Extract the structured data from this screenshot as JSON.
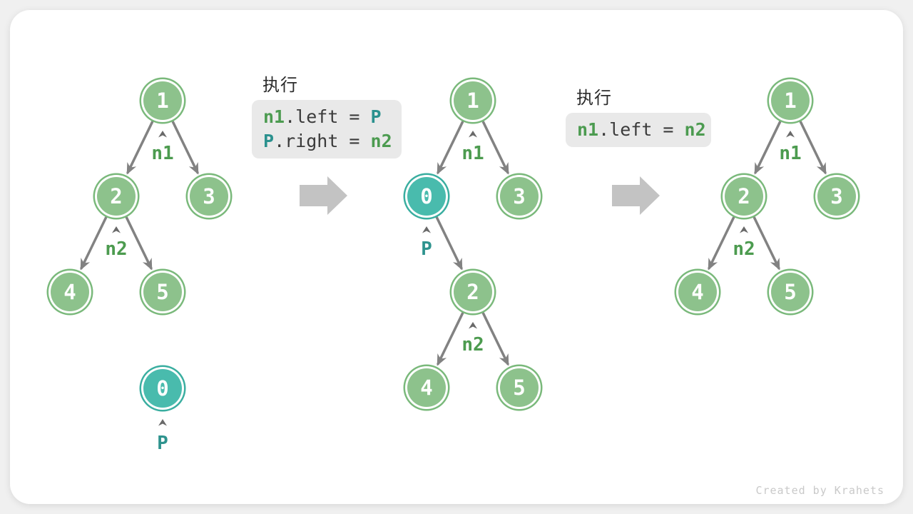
{
  "colors": {
    "background": "#f0f0f0",
    "card": "#ffffff",
    "node_green_fill": "#8dc28c",
    "node_green_ring": "#7ab97b",
    "node_teal_fill": "#49bbad",
    "node_teal_ring": "#3aaea0",
    "edge_gray": "#828282",
    "pointer_label_green": "#4c9b4f",
    "pointer_label_teal": "#2e938e",
    "code_background": "#e9e9e9",
    "code_green": "#4c9b50",
    "code_teal": "#2b918e",
    "transition_arrow": "#c3c3c3"
  },
  "step1_tree": {
    "node1": "1",
    "node2": "2",
    "node3": "3",
    "node4": "4",
    "node5": "5",
    "node0": "0",
    "pointer_n1": "n1",
    "pointer_n2": "n2",
    "pointer_p": "P"
  },
  "exec1": {
    "title": "执行",
    "line1": {
      "t1": "n1",
      "t2": ".left = ",
      "t3": "P"
    },
    "line2": {
      "t1": "P",
      "t2": ".right = ",
      "t3": "n2"
    }
  },
  "step2_tree": {
    "node1": "1",
    "node0": "0",
    "node3": "3",
    "node2": "2",
    "node4": "4",
    "node5": "5",
    "pointer_n1": "n1",
    "pointer_p": "P",
    "pointer_n2": "n2"
  },
  "exec2": {
    "title": "执行",
    "line1": {
      "t1": "n1",
      "t2": ".left = ",
      "t3": "n2"
    }
  },
  "step3_tree": {
    "node1": "1",
    "node2": "2",
    "node3": "3",
    "node4": "4",
    "node5": "5",
    "pointer_n1": "n1",
    "pointer_n2": "n2"
  },
  "watermark": "Created by Krahets"
}
